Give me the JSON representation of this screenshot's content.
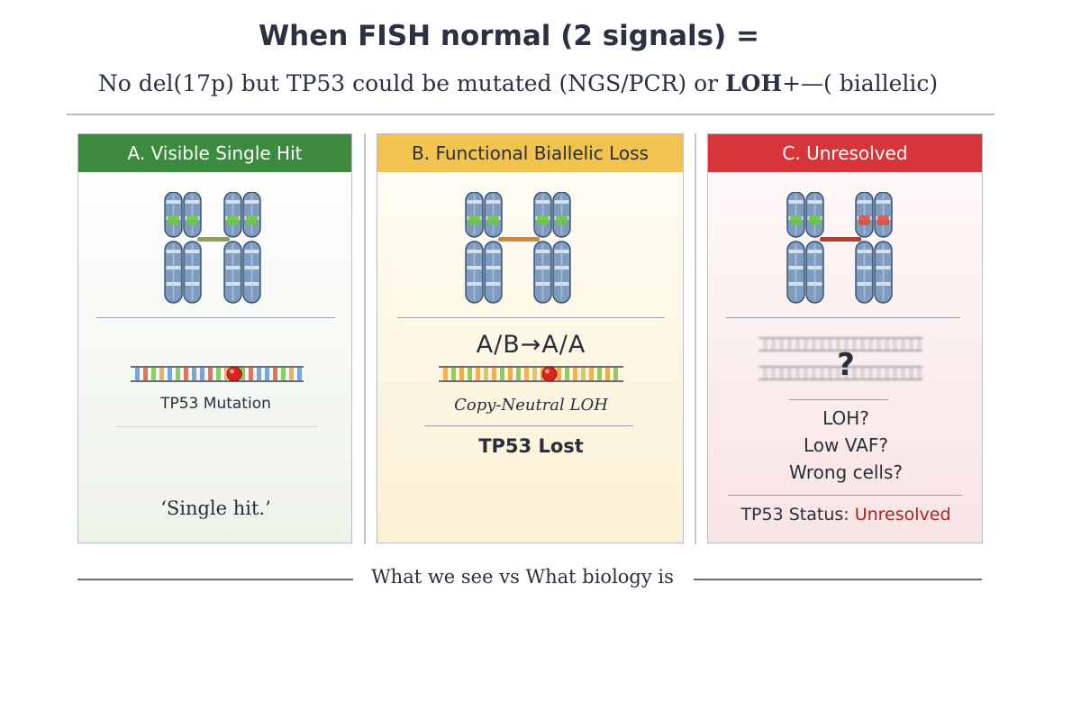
{
  "title": "When FISH normal (2 signals) =",
  "subtitle": {
    "prefix": "No del(17p) but TP53 could be mutated (NGS/PCR) or ",
    "emph": "LOH",
    "suffix": "+—( biallelic)"
  },
  "panels": [
    {
      "heading": "A. Visible Single Hit",
      "dna_label": "TP53 Mutation",
      "quote": "‘Single hit.’"
    },
    {
      "heading": "B. Functional Biallelic Loss",
      "allele_change": "A/B→A/A",
      "loh_label": "Copy-Neutral LOH",
      "result": "TP53 Lost"
    },
    {
      "heading": "C. Unresolved",
      "question_mark": "?",
      "questions": [
        "LOH?",
        "Low VAF?",
        "Wrong cells?"
      ],
      "status_label": "TP53 Status: ",
      "status_value": "Unresolved"
    }
  ],
  "caption": "What we see vs  What biology is",
  "colors": {
    "green_header": "#3b8a3e",
    "yellow_header": "#f2c34e",
    "red_header": "#d8353b",
    "chromosome_fill": "#7f9cc0",
    "chromosome_band": "#e6ecf4",
    "signal_green": "#6cc640",
    "signal_red": "#e0503a",
    "mutation_red": "#d9231f",
    "status_red": "#b0201f"
  }
}
